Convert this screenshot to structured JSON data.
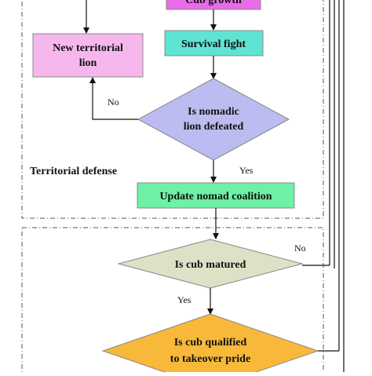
{
  "diagram": {
    "nodes": {
      "cub_growth": "Cub growth",
      "new_territorial_lion": [
        "New territorial",
        "lion"
      ],
      "survival_fight": "Survival fight",
      "is_nomadic_defeated": [
        "Is nomadic",
        "lion defeated"
      ],
      "update_nomad_coalition": "Update nomad coalition",
      "is_cub_matured": "Is cub matured",
      "is_cub_qualified": [
        "Is cub qualified",
        "to takeover pride"
      ]
    },
    "edge_labels": {
      "no_defeated": "No",
      "yes_defeated": "Yes",
      "no_matured": "No",
      "yes_matured": "Yes"
    },
    "section_labels": {
      "territorial_defense": "Territorial defense"
    },
    "colors": {
      "cub_growth": "#e86ce8",
      "new_territorial_lion": "#f6b8ec",
      "survival_fight": "#5fe3d3",
      "is_nomadic_defeated": "#bcbcf0",
      "update_nomad_coalition": "#6ef0a6",
      "is_cub_matured": "#dde2c6",
      "is_cub_qualified": "#f8b83a"
    }
  }
}
